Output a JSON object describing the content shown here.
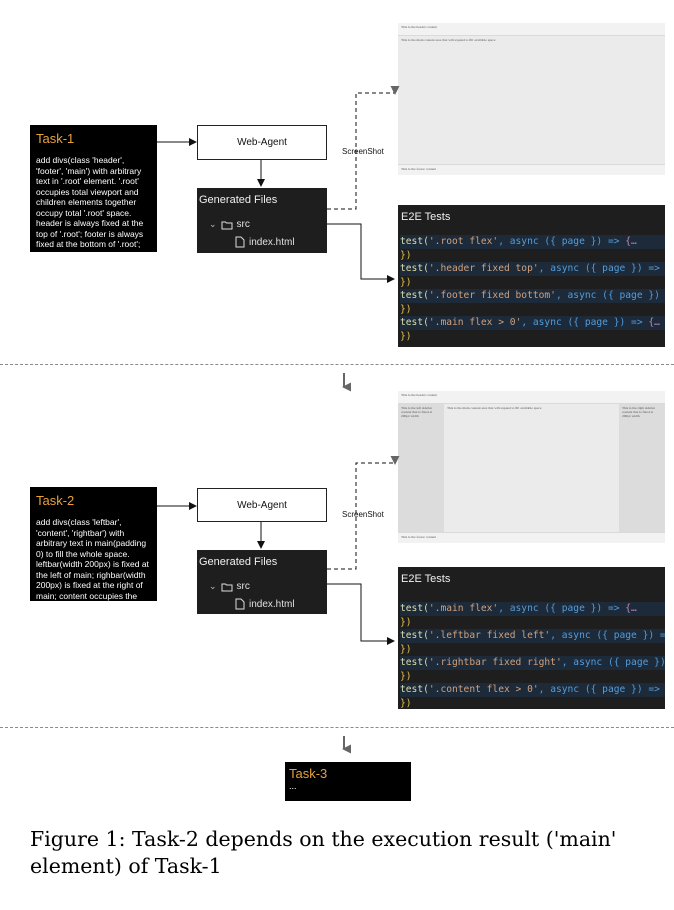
{
  "panels": [
    {
      "task": {
        "title": "Task-1",
        "body": "add divs(class 'header', 'footer', 'main') with arbitrary text in '.root' element. '.root' occupies total viewport and children elements together occupy total '.root' space. header is always fixed at the top of '.root'; footer is always fixed at the bottom of '.root'; main occupies the remaining '.root' space..."
      },
      "agent_label": "Web-Agent",
      "generated_files": {
        "title": "Generated Files",
        "folder": "src",
        "file": "index.html"
      },
      "screenshot_label": "ScreenShot",
      "screenshot": {
        "header_text": "This is the header content",
        "main_text": "This is the main content area that will expand to fill available space",
        "footer_text": "This is the footer content"
      },
      "tests": {
        "title": "E2E Tests",
        "lines": [
          {
            "sel": "'.root flex'",
            "tail": "{…"
          },
          {
            "sel": "'.header fixed top'",
            "tail": "{…"
          },
          {
            "sel": "'.footer fixed bottom'",
            "tail": ""
          },
          {
            "sel": "'.main flex > 0'",
            "tail": "{…"
          }
        ],
        "prefix": "test(",
        "middle": ", async ({ page }) =>",
        "close": "})"
      }
    },
    {
      "task": {
        "title": "Task-2",
        "body": "add divs(class 'leftbar', 'content', 'rightbar') with arbitrary text in main(padding 0) to fill the whole space. leftbar(width 200px) is fixed at the left of main; righbar(width 200px) is fixed at the right of main; content occupies the remaining main space. Use flexbox only."
      },
      "agent_label": "Web-Agent",
      "generated_files": {
        "title": "Generated Files",
        "folder": "src",
        "file": "index.html"
      },
      "screenshot_label": "ScreenShot",
      "screenshot": {
        "header_text": "This is the header content",
        "left_text": "This is the left sidebar content that is fixed at 200px width",
        "content_text": "This is the main content area that will expand to fill available space",
        "right_text": "This is the right sidebar content that is fixed at 200px width",
        "footer_text": "This is the footer content"
      },
      "tests": {
        "title": "E2E Tests",
        "lines": [
          {
            "sel": "'.main flex'",
            "tail": "{…"
          },
          {
            "sel": "'.leftbar fixed left'",
            "tail": "{…"
          },
          {
            "sel": "'.rightbar fixed right'",
            "tail": ""
          },
          {
            "sel": "'.content flex > 0'",
            "tail": "{…"
          }
        ],
        "prefix": "test(",
        "middle": ", async ({ page }) =>",
        "close": "})"
      }
    }
  ],
  "task3": {
    "title": "Task-3",
    "body": "..."
  },
  "caption": "Figure 1:  Task-2 depends on the execution result ('main' element) of Task-1",
  "colors": {
    "task_title": "#e8a23a",
    "dark_panel": "#1e1e1e",
    "black": "#000000"
  }
}
